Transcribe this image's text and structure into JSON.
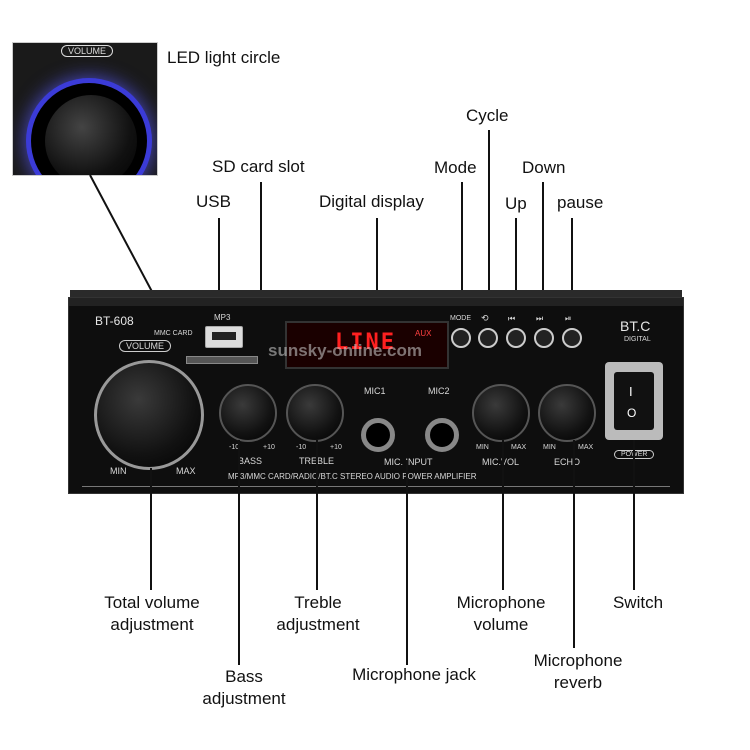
{
  "callouts": {
    "led_light_circle": "LED light circle",
    "sd_card_slot": "SD card slot",
    "usb": "USB",
    "digital_display": "Digital display",
    "mode": "Mode",
    "cycle": "Cycle",
    "up": "Up",
    "down": "Down",
    "pause": "pause",
    "total_volume_1": "Total volume",
    "total_volume_2": "adjustment",
    "bass_1": "Bass",
    "bass_2": "adjustment",
    "treble_1": "Treble",
    "treble_2": "adjustment",
    "mic_jack": "Microphone jack",
    "mic_volume_1": "Microphone",
    "mic_volume_2": "volume",
    "mic_reverb_1": "Microphone",
    "mic_reverb_2": "reverb",
    "switch": "Switch"
  },
  "panel": {
    "model": "BT-608",
    "mmc_card": "MMC CARD",
    "volume": "VOLUME",
    "vol_min": "MIN",
    "vol_max": "MAX",
    "mp3": "MP3",
    "display_text": "LINE",
    "display_aux": "AUX",
    "btn_mode": "MODE",
    "btn_cycle": "⟲",
    "btn_prev": "⏮",
    "btn_next": "⏭",
    "btn_play": "⏯",
    "brand": "BT.C",
    "brand_sub": "DIGITAL",
    "mic1": "MIC1",
    "mic2": "MIC2",
    "bass": "BASS",
    "treble": "TREBLE",
    "minus10": "-10",
    "plus10": "+10",
    "mic_input": "MIC. INPUT",
    "mic_vol": "MIC.VOL",
    "echo": "ECHO",
    "min": "MIN",
    "max": "MAX",
    "power": "POWER",
    "switch_on": "I",
    "switch_off": "O",
    "bottom_text": "MP3/MMC CARD/RADIO/BT.C STEREO AUDIO POWER AMPLIFIER"
  },
  "inset": {
    "volume": "VOLUME"
  },
  "watermark": "sunsky-online.com",
  "colors": {
    "display_red": "#ff2020",
    "led_blue": "#3b3bd8",
    "panel": "#0e0e0e"
  }
}
